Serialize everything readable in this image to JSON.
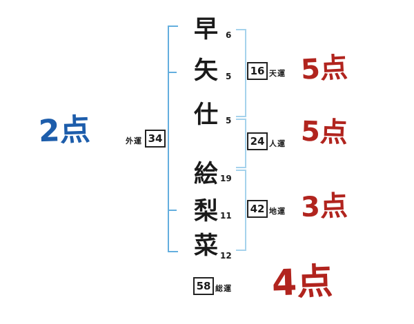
{
  "name_diagram": {
    "characters": [
      {
        "char": "早",
        "strokes": "6"
      },
      {
        "char": "矢",
        "strokes": "5"
      },
      {
        "char": "仕",
        "strokes": "5"
      },
      {
        "char": "絵",
        "strokes": "19"
      },
      {
        "char": "梨",
        "strokes": "11"
      },
      {
        "char": "菜",
        "strokes": "12"
      }
    ],
    "fortunes": [
      {
        "id": "tenun",
        "label": "天運",
        "value": "16",
        "score": "5点"
      },
      {
        "id": "jinun",
        "label": "人運",
        "value": "24",
        "score": "5点"
      },
      {
        "id": "chiun",
        "label": "地運",
        "value": "42",
        "score": "3点"
      },
      {
        "id": "gaiun",
        "label": "外運",
        "value": "34",
        "score": "2点"
      },
      {
        "id": "souun",
        "label": "総運",
        "value": "58",
        "score": "4点"
      }
    ],
    "colors": {
      "score_red": "#b1241e",
      "score_blue": "#1d5dab",
      "bracket_left_blue": "#63aede",
      "bracket_right_blue": "#a5d2ec",
      "ink_black": "#1a1a1a"
    }
  }
}
